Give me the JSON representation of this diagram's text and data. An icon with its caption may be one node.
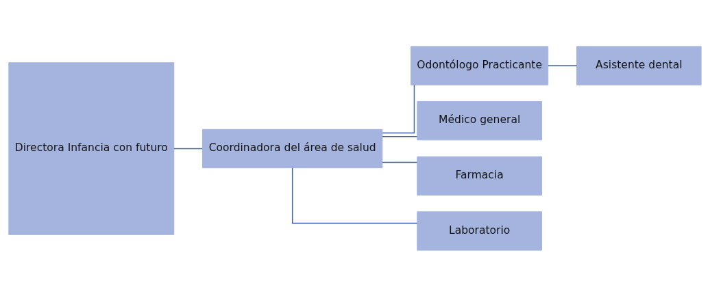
{
  "diagram": {
    "nodes": [
      {
        "text": [
          "Directora Infancia con futuro"
        ]
      },
      {
        "text": [
          "Coordinadora del área de salud"
        ]
      },
      {
        "text": [
          "Odontólogo Practicante"
        ]
      },
      {
        "text": [
          "Médico general"
        ]
      },
      {
        "text": [
          "Farmacia"
        ]
      },
      {
        "text": [
          "Laboratorio"
        ]
      },
      {
        "text": [
          "Asistente dental"
        ]
      }
    ],
    "edges": [
      {
        "from": 0,
        "to": 1,
        "arrow": "none"
      },
      {
        "from": 1,
        "to": 2,
        "arrow": "none"
      },
      {
        "from": 1,
        "to": 3,
        "arrow": "none"
      },
      {
        "from": 1,
        "to": 4,
        "arrow": "none"
      },
      {
        "from": 1,
        "to": 5,
        "arrow": "none"
      },
      {
        "from": 2,
        "to": 6,
        "arrow": "none"
      }
    ]
  }
}
